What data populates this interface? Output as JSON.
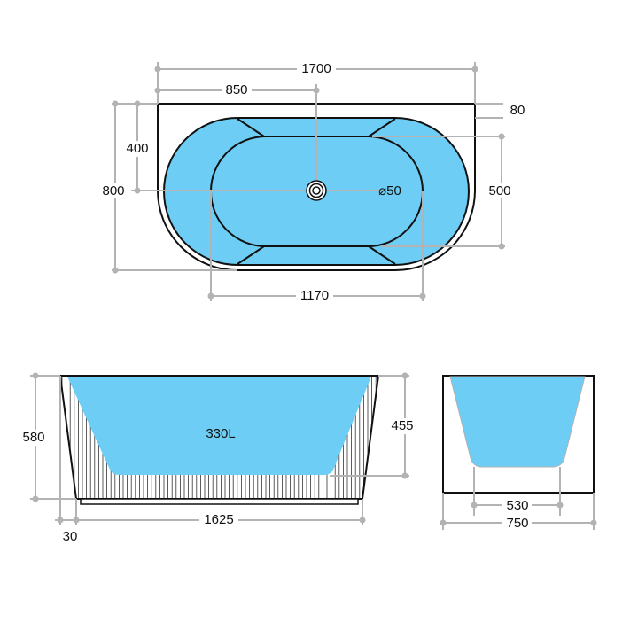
{
  "colors": {
    "water": "#6dcdf4",
    "dimension": "#b3b3b3",
    "outline": "#111111"
  },
  "top_view": {
    "overall_length": "1700",
    "half_length": "850",
    "rim_width": "80",
    "inner_width": "500",
    "overall_width": "800",
    "half_width": "400",
    "inner_length": "1170",
    "drain": "⌀50"
  },
  "side_view": {
    "height": "580",
    "depth": "455",
    "base_length": "1625",
    "offset": "30",
    "capacity": "330L"
  },
  "end_view": {
    "base_width": "530",
    "overall_width": "750"
  }
}
